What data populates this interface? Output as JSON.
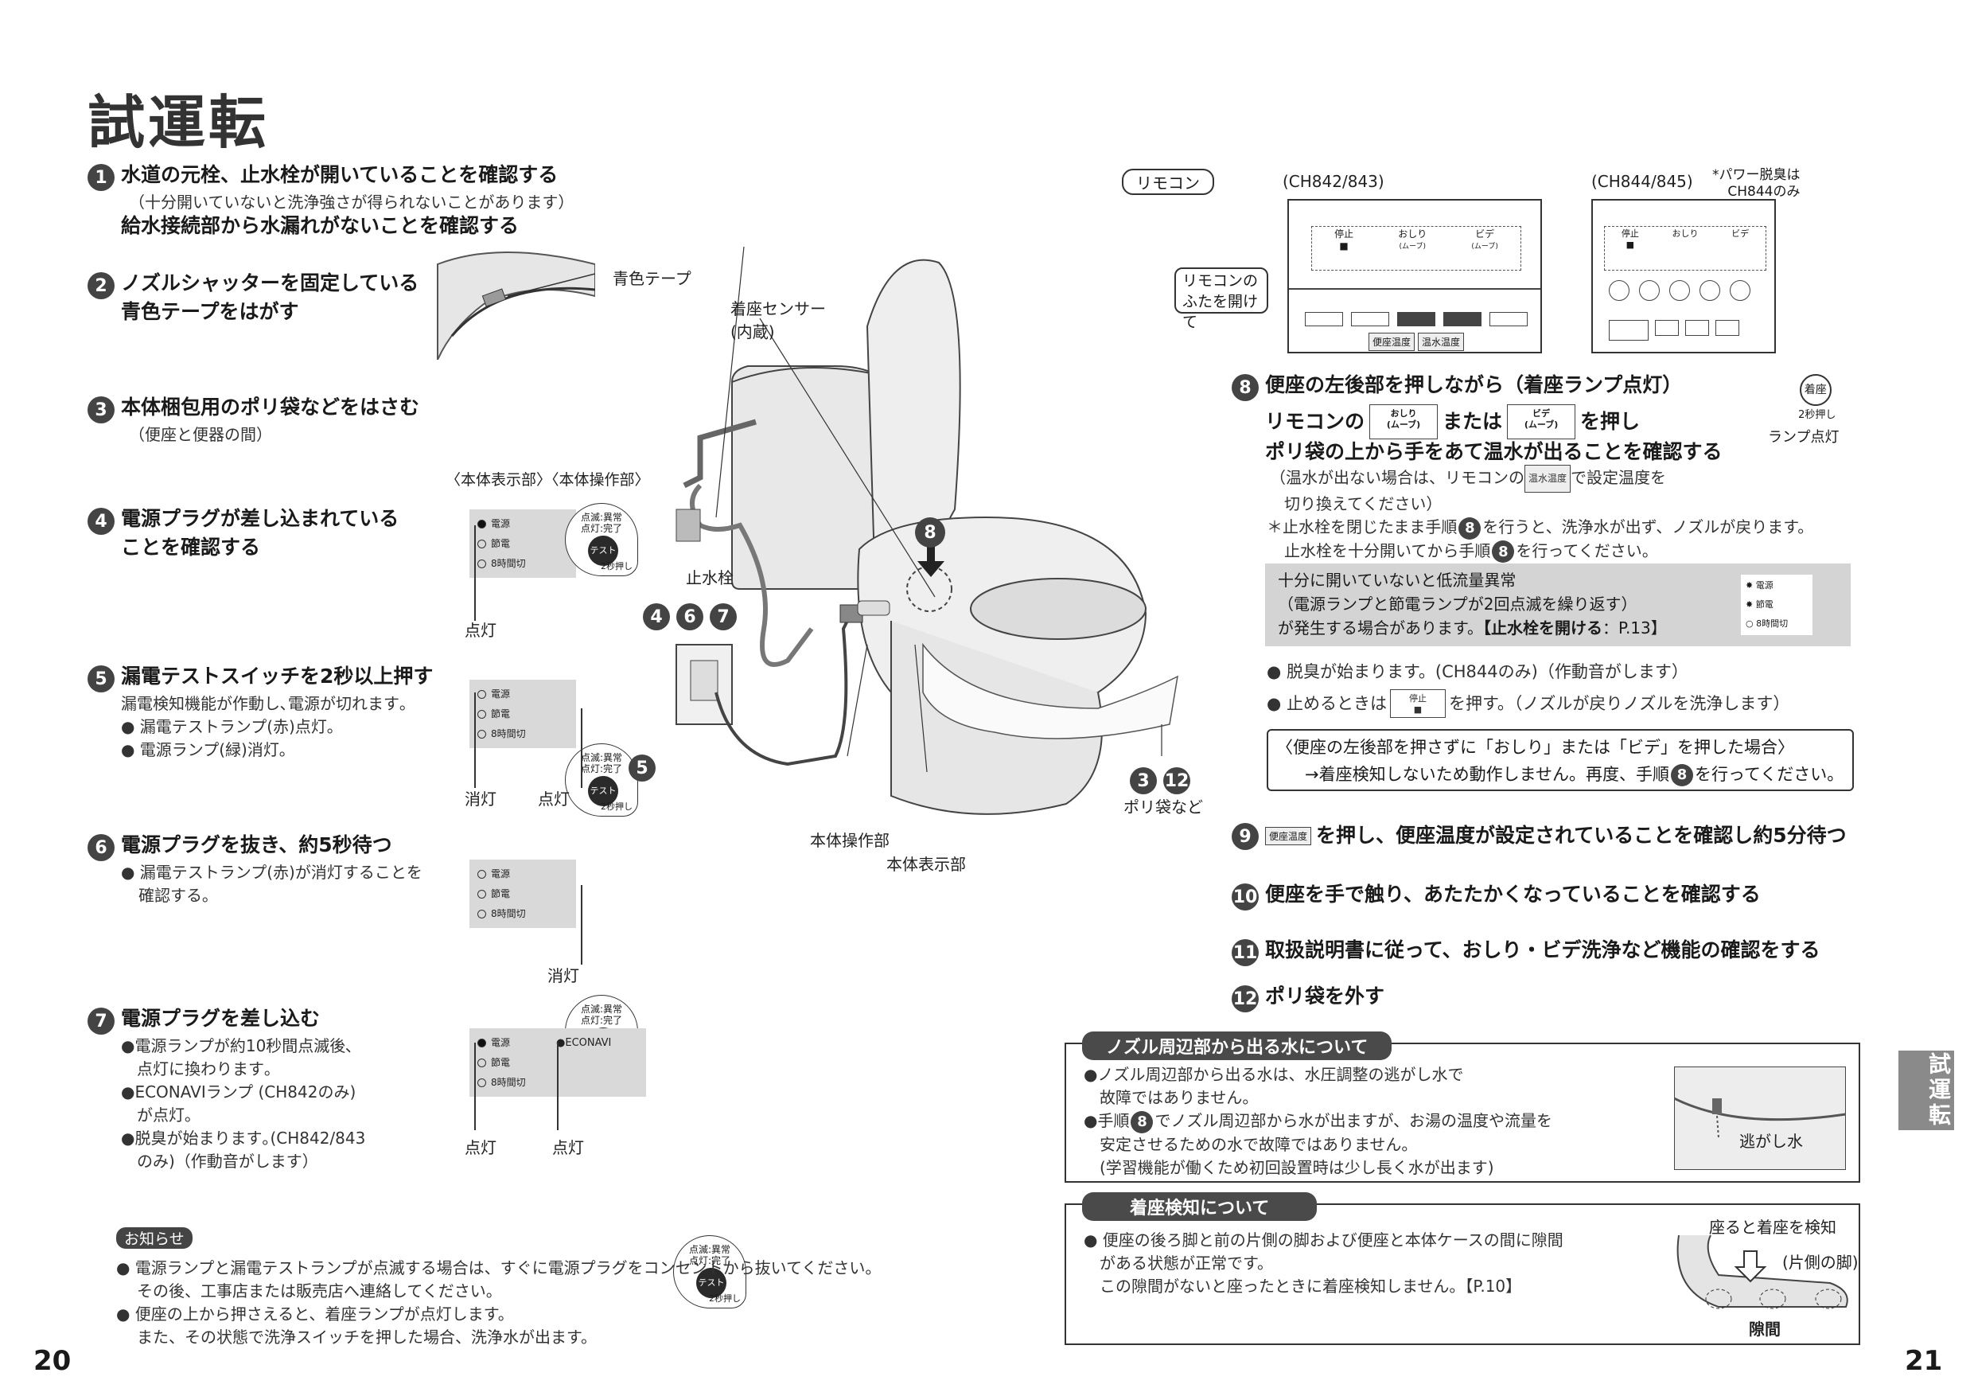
{
  "title": "試運転",
  "left": {
    "s1": {
      "n": "1",
      "h1": "水道の元栓、止水栓が開いていることを確認する",
      "sub": "（十分開いていないと洗浄強さが得られないことがあります）",
      "h2": "給水接続部から水漏れがないことを確認する"
    },
    "s2": {
      "n": "2",
      "h1": "ノズルシャッターを固定している",
      "h2": "青色テープをはがす",
      "tape": "青色テープ"
    },
    "s3": {
      "n": "3",
      "h1": "本体梱包用のポリ袋などをはさむ",
      "sub": "（便座と便器の間）"
    },
    "s4": {
      "n": "4",
      "h1": "電源プラグが差し込まれている",
      "h2": "ことを確認する",
      "caption": "〈本体表示部〉〈本体操作部〉",
      "lit": "点灯"
    },
    "s5": {
      "n": "5",
      "h1": "漏電テストスイッチを2秒以上押す",
      "sub": "漏電検知機能が作動し､電源が切れます｡",
      "b1": "● 漏電テストランプ(赤)点灯｡",
      "b2": "● 電源ランプ(緑)消灯｡",
      "off": "消灯",
      "lit": "点灯"
    },
    "s6": {
      "n": "6",
      "h1": "電源プラグを抜き、約5秒待つ",
      "b1": "● 漏電テストランプ(赤)が消灯することを",
      "b2": "確認する｡",
      "off": "消灯"
    },
    "s7": {
      "n": "7",
      "h1": "電源プラグを差し込む",
      "b1": "●電源ランプが約10秒間点滅後､",
      "b2": "点灯に換わります｡",
      "b3": "●ECONAVIランプ (CH842のみ)",
      "b4": "が点灯｡",
      "b5": "●脱臭が始まります｡(CH842/843",
      "b6": "のみ)（作動音がします）",
      "lit1": "点灯",
      "lit2": "点灯",
      "econavi": "●ECONAVI"
    }
  },
  "panel": {
    "power": "電源",
    "save": "節電",
    "timer": "8時間切",
    "blink": "点滅:異常",
    "done": "点灯:完了",
    "test": "テスト",
    "press": "2秒押し"
  },
  "figure": {
    "sensor1": "着座センサー",
    "sensor2": "(内蔵)",
    "valve": "止水栓",
    "op": "本体操作部",
    "disp": "本体表示部",
    "bag": "ポリ袋など",
    "n8": "8",
    "n4": "4",
    "n6": "6",
    "n7": "7",
    "n3": "3",
    "n12": "12"
  },
  "notice": {
    "tag": "お知らせ",
    "l1": "● 電源ランプと漏電テストランプが点滅する場合は、すぐに電源プラグをコンセントから抜いてください。",
    "l2": "その後、工事店または販売店へ連絡してください。",
    "l3": "● 便座の上から押さえると、着座ランプが点灯します。",
    "l4": "また、その状態で洗浄スイッチを押した場合、洗浄水が出ます。"
  },
  "pages": {
    "left": "20",
    "right": "21"
  },
  "right": {
    "remocon": "リモコン",
    "m1": "(CH842/843)",
    "m2": "(CH844/845)",
    "m2note1": "*パワー脱臭は",
    "m2note2": "CH844のみ",
    "open1": "リモコンの",
    "open2": "ふたを開けて",
    "keys": {
      "stop": "停止",
      "oshiri": "おしり",
      "bidet": "ビデ",
      "move": "(ムーブ)",
      "water": "温水温度",
      "seat": "便座温度"
    },
    "s8": {
      "n": "8",
      "l1": "便座の左後部を押しながら（着座ランプ点灯）",
      "l2a": "リモコンの",
      "l2b": "または",
      "l2c": "を押し",
      "l3": "ポリ袋の上から手をあて温水が出ることを確認する",
      "s1a": "（温水が出ない場合は、リモコンの",
      "s1b": "で設定温度を",
      "s2": "切り換えてください）",
      "s3": "＊止水栓を閉じたまま手順",
      "s3b": "を行うと、洗浄水が出ず、ノズルが戻ります。",
      "s4": "止水栓を十分開いてから手順",
      "s4b": "を行ってください。",
      "lamp1": "着座",
      "lamp2": "2秒押し",
      "lamp3": "ランプ点灯"
    },
    "warn": {
      "l1": "十分に開いていないと低流量異常",
      "l2": "（電源ランプと節電ランプが2回点滅を繰り返す）",
      "l3": "が発生する場合があります。",
      "ref": "【止水栓を開ける",
      "page": "：P.13】",
      "p1": "電源",
      "p2": "節電",
      "p3": "8時間切"
    },
    "b1": "● 脱臭が始まります。(CH844のみ)（作動音がします）",
    "b2a": "● 止めるときは",
    "b2b": "を押す。（ノズルが戻りノズルを洗浄します）",
    "box1": "〈便座の左後部を押さずに「おしり」または「ビデ」を押した場合〉",
    "box2a": "→着座検知しないため動作しません。再度、手順",
    "box2b": "を行ってください。",
    "s9": {
      "n": "9",
      "t": "を押し、便座温度が設定されていることを確認し約5分待つ"
    },
    "s10": {
      "n": "10",
      "t": "便座を手で触り、あたたかくなっていることを確認する"
    },
    "s11": {
      "n": "11",
      "t": "取扱説明書に従って、おしり・ビデ洗浄など機能の確認をする"
    },
    "s12": {
      "n": "12",
      "t": "ポリ袋を外す"
    },
    "nz": {
      "bar": "ノズル周辺部から出る水について",
      "l1": "●ノズル周辺部から出る水は、水圧調整の逃がし水で",
      "l2": "故障ではありません。",
      "l3a": "●手順",
      "l3b": "でノズル周辺部から水が出ますが、お湯の温度や流量を",
      "l4": "安定させるための水で故障ではありません。",
      "l5": "(学習機能が働くため初回設置時は少し長く水が出ます)",
      "fig": "逃がし水"
    },
    "sd": {
      "bar": "着座検知について",
      "l1": "● 便座の後ろ脚と前の片側の脚および便座と本体ケースの間に隙間",
      "l2": "がある状態が正常です。",
      "l3": "この隙間がないと座ったときに着座検知しません。【P.10】",
      "f1": "座ると着座を検知",
      "f2": "(片側の脚)",
      "f3": "隙間"
    },
    "tab": "試運転"
  }
}
